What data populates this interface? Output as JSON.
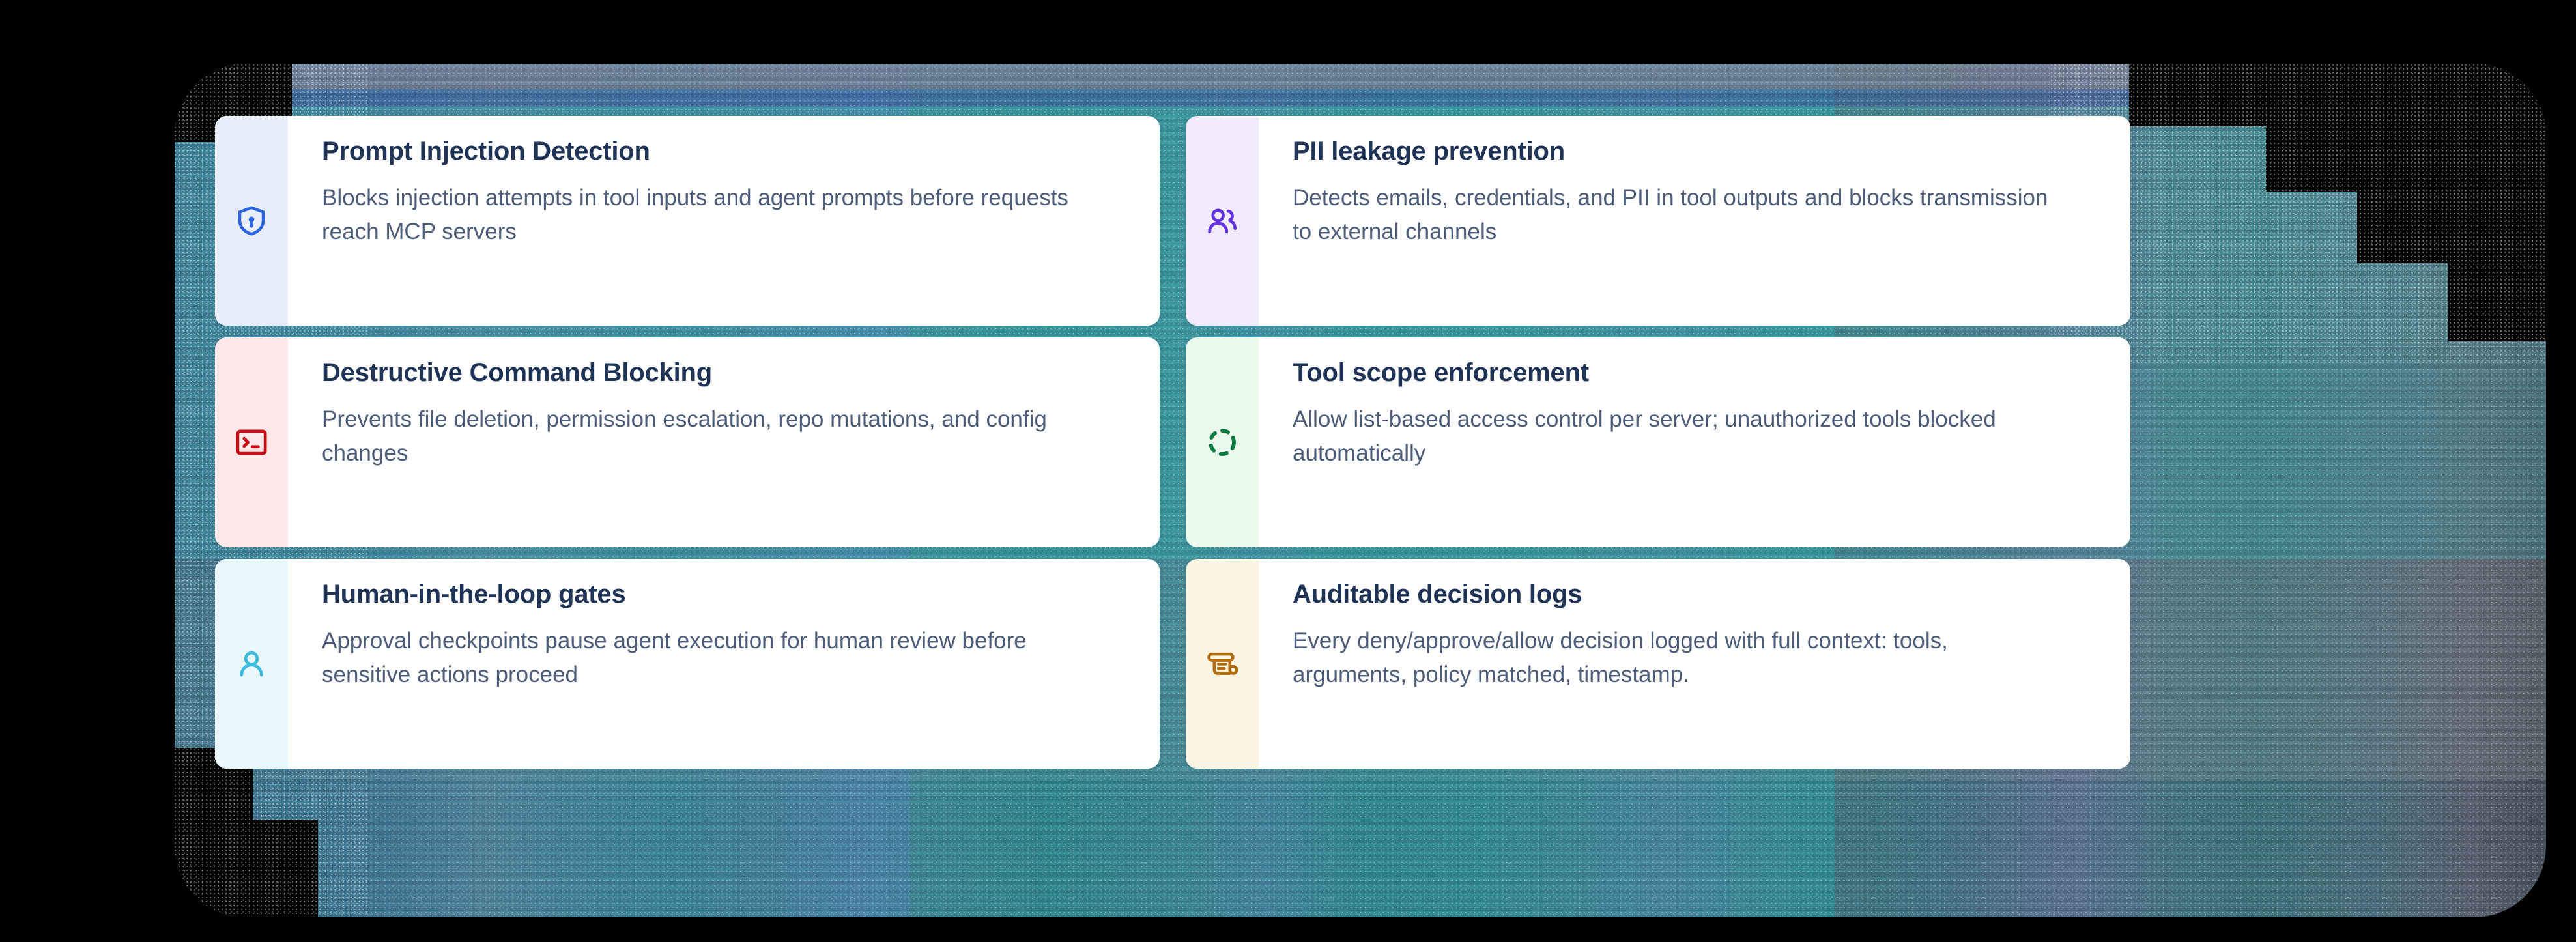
{
  "background": {
    "canvas_color": "#000000",
    "panel_description": "glitched-compressed-image-panel",
    "panel_tint": "#4a6e7c"
  },
  "palette": {
    "card_bg": "#ffffff",
    "title_color": "#1e3356",
    "desc_color": "#4d5c79"
  },
  "cards": [
    {
      "icon": "shield-keyhole-icon",
      "icon_color": "#2b63e0",
      "strip_color": "#e9eefb",
      "title": "Prompt Injection Detection",
      "description": "Blocks injection attempts in tool inputs and agent prompts before requests reach MCP servers"
    },
    {
      "icon": "users-icon",
      "icon_color": "#6433e0",
      "strip_color": "#f1ebfd",
      "title": "PII leakage prevention",
      "description": "Detects emails, credentials, and PII in tool outputs and blocks transmission to external channels"
    },
    {
      "icon": "terminal-icon",
      "icon_color": "#c70d16",
      "strip_color": "#fde8ea",
      "title": "Destructive Command Blocking",
      "description": "Prevents file deletion, permission escalation, repo mutations, and config changes"
    },
    {
      "icon": "dashed-circle-icon",
      "icon_color": "#0b7a40",
      "strip_color": "#e9faec",
      "title": "Tool scope enforcement",
      "description": "Allow list-based access control per server; unauthorized tools blocked automatically"
    },
    {
      "icon": "person-icon",
      "icon_color": "#3bbcdf",
      "strip_color": "#e8f8fd",
      "title": "Human-in-the-loop gates",
      "description": "Approval checkpoints pause agent execution for human review before sensitive actions proceed"
    },
    {
      "icon": "scroll-icon",
      "icon_color": "#b06c10",
      "strip_color": "#fbf6e3",
      "title": "Auditable decision logs",
      "description": "Every deny/approve/allow decision logged with full context: tools, arguments, policy matched, timestamp."
    }
  ]
}
